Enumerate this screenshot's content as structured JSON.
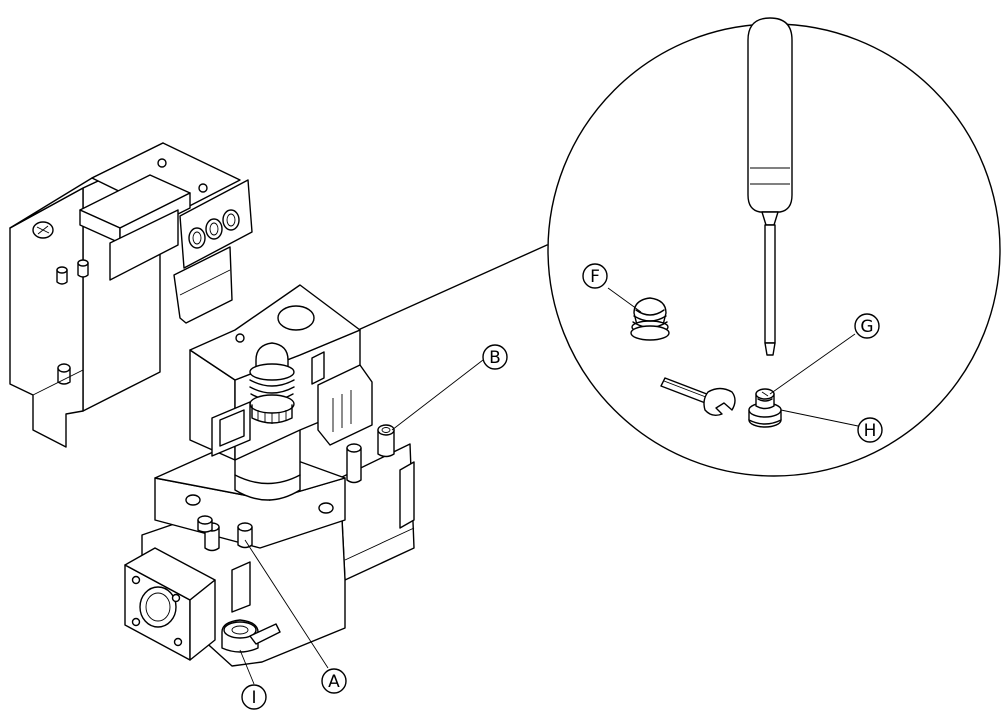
{
  "callouts": {
    "A": "A",
    "B": "B",
    "F": "F",
    "G": "G",
    "H": "H",
    "I": "I"
  },
  "colors": {
    "stroke": "#000000",
    "background": "#ffffff"
  },
  "icons": [
    "screwdriver-icon",
    "wrench-icon"
  ]
}
